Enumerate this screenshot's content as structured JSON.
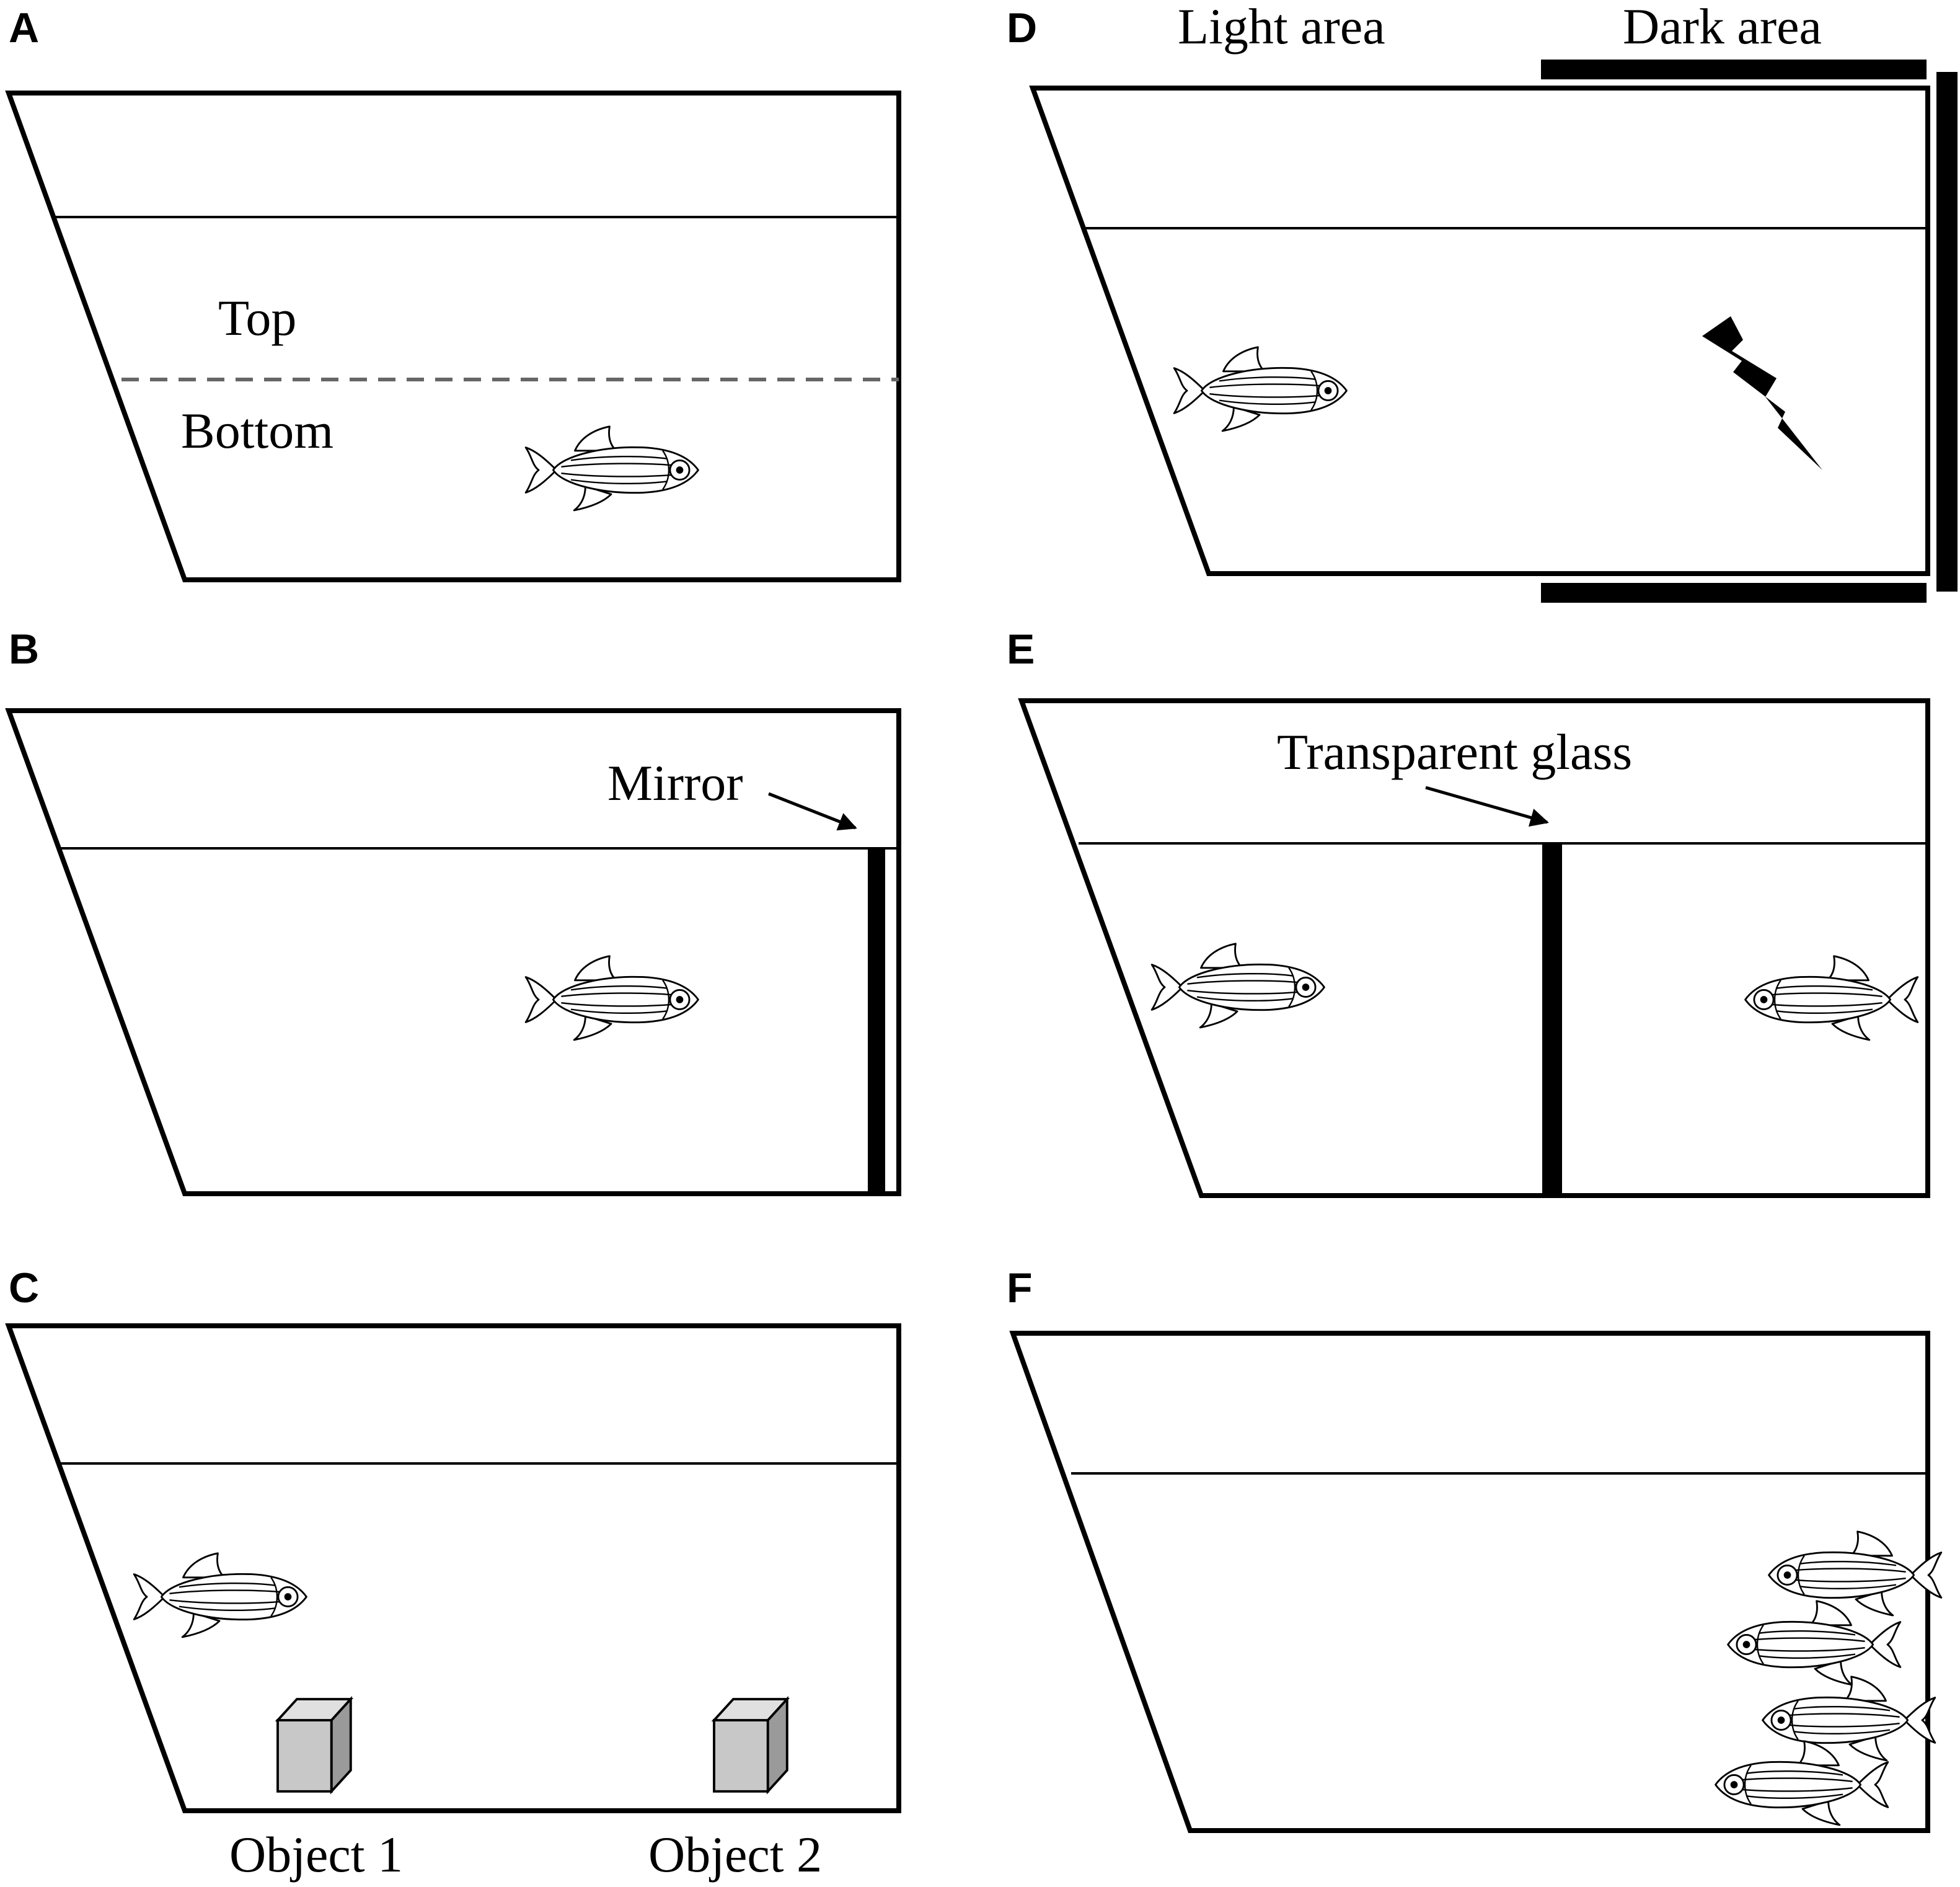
{
  "panels": {
    "A": {
      "letter": "A",
      "top_label": "Top",
      "bottom_label": "Bottom"
    },
    "B": {
      "letter": "B",
      "mirror_label": "Mirror"
    },
    "C": {
      "letter": "C",
      "object1_label": "Object 1",
      "object2_label": "Object 2"
    },
    "D": {
      "letter": "D",
      "light_label": "Light area",
      "dark_label": "Dark area"
    },
    "E": {
      "letter": "E",
      "glass_label": "Transparent glass"
    },
    "F": {
      "letter": "F"
    }
  },
  "icons": [
    "fish-icon",
    "lightning-bolt-icon",
    "cube-icon",
    "arrow-icon"
  ],
  "colors": {
    "ink": "#000000",
    "dashed_divider": "#666666",
    "cube_front": "#c8c8c8",
    "cube_top": "#e0e0e0",
    "cube_side": "#9a9a9a"
  }
}
